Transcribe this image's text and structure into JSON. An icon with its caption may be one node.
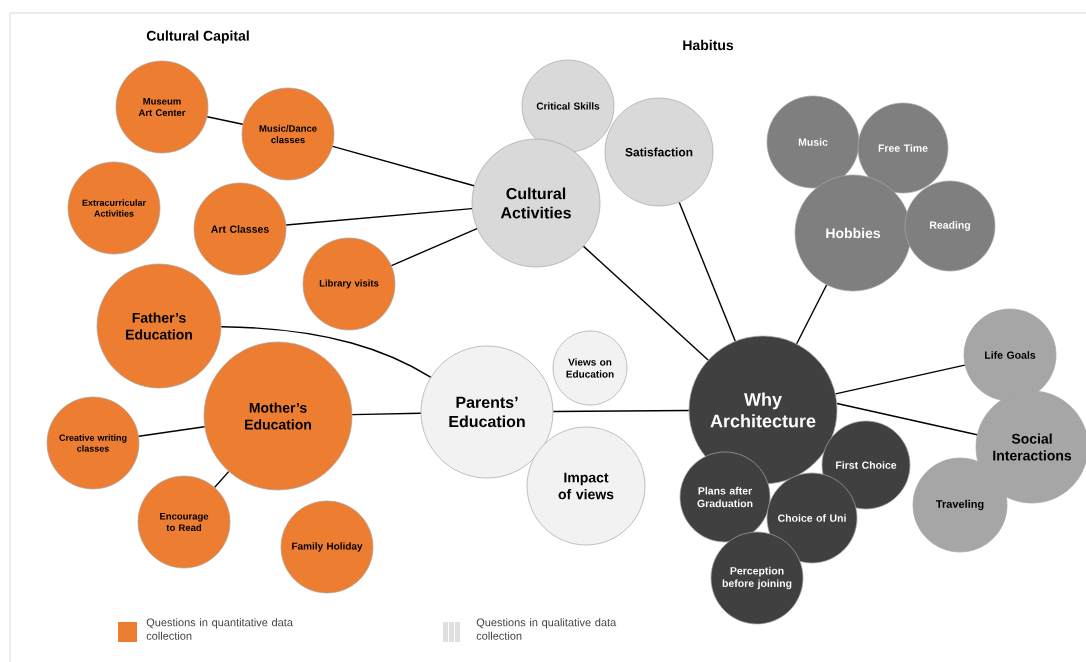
{
  "diagram": {
    "nodes": [
      {
        "text": [
          "Museum Art Center"
        ]
      },
      {
        "text": [
          "Music/Dance classes"
        ]
      },
      {
        "text": [
          "Extracurricular Activities"
        ]
      },
      {
        "text": [
          "Art Classes"
        ]
      },
      {
        "text": [
          "Library visits"
        ]
      },
      {
        "text": [
          "Father’s Education"
        ]
      },
      {
        "text": [
          "Mother’s Education"
        ]
      },
      {
        "text": [
          "Creative writing classes"
        ]
      },
      {
        "text": [
          "Encourage to Read"
        ]
      },
      {
        "text": [
          "Family Holiday"
        ]
      },
      {
        "text": [
          "Critical Skills"
        ]
      },
      {
        "text": [
          "Satisfaction"
        ]
      },
      {
        "text": [
          "Cultural Activities"
        ]
      },
      {
        "text": [
          "Music"
        ]
      },
      {
        "text": [
          "Free Time"
        ]
      },
      {
        "text": [
          "Hobbies"
        ]
      },
      {
        "text": [
          "Reading"
        ]
      },
      {
        "text": [
          "Parents’ Education"
        ]
      },
      {
        "text": [
          "Views on Education"
        ]
      },
      {
        "text": [
          "Impact of views"
        ]
      },
      {
        "text": [
          "Why Architecture"
        ]
      },
      {
        "text": [
          "First Choice"
        ]
      },
      {
        "text": [
          "Plans after Graduation"
        ]
      },
      {
        "text": [
          "Choice of Uni"
        ]
      },
      {
        "text": [
          "Perception before joining"
        ]
      },
      {
        "text": [
          "Life Goals"
        ]
      },
      {
        "text": [
          "Social Interactions"
        ]
      },
      {
        "text": [
          "Traveling"
        ]
      }
    ],
    "edges": [
      {
        "from": 0,
        "to": 1,
        "arrow": "none"
      },
      {
        "from": 1,
        "to": 12,
        "arrow": "none"
      },
      {
        "from": 3,
        "to": 12,
        "arrow": "none"
      },
      {
        "from": 4,
        "to": 12,
        "arrow": "none"
      },
      {
        "from": 5,
        "to": 17,
        "arrow": "none"
      },
      {
        "from": 6,
        "to": 17,
        "arrow": "none"
      },
      {
        "from": 6,
        "to": 7,
        "arrow": "none"
      },
      {
        "from": 6,
        "to": 8,
        "arrow": "none"
      },
      {
        "from": 12,
        "to": 20,
        "arrow": "none"
      },
      {
        "from": 11,
        "to": 20,
        "arrow": "none"
      },
      {
        "from": 15,
        "to": 20,
        "arrow": "none"
      },
      {
        "from": 17,
        "to": 20,
        "arrow": "none"
      },
      {
        "from": 20,
        "to": 25,
        "arrow": "none"
      },
      {
        "from": 20,
        "to": 26,
        "arrow": "none"
      }
    ],
    "labels": [
      "Cultural Capital",
      "Habitus"
    ],
    "legend": [
      {
        "text": "Questions in quantitative data collection",
        "color": "#ed7d31"
      },
      {
        "text": "Questions in qualitative data collection"
      }
    ]
  }
}
